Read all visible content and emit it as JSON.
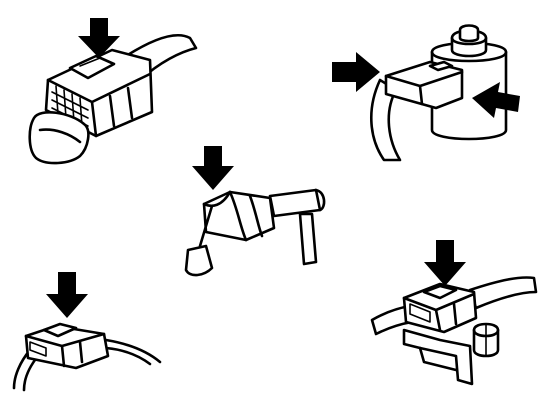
{
  "figure": {
    "panels": [
      {
        "id": "top-left",
        "icon": "connector-held-in-hand-icon",
        "arrows": 1
      },
      {
        "id": "top-right",
        "icon": "connector-on-sensor-squeeze-icon",
        "arrows": 2
      },
      {
        "id": "center",
        "icon": "connector-pry-with-probe-icon",
        "arrows": 1
      },
      {
        "id": "bottom-left",
        "icon": "small-connector-on-wire-icon",
        "arrows": 1
      },
      {
        "id": "bottom-right",
        "icon": "connector-on-bracket-icon",
        "arrows": 1
      }
    ],
    "colors": {
      "ink": "#000000",
      "paper": "#ffffff"
    }
  }
}
